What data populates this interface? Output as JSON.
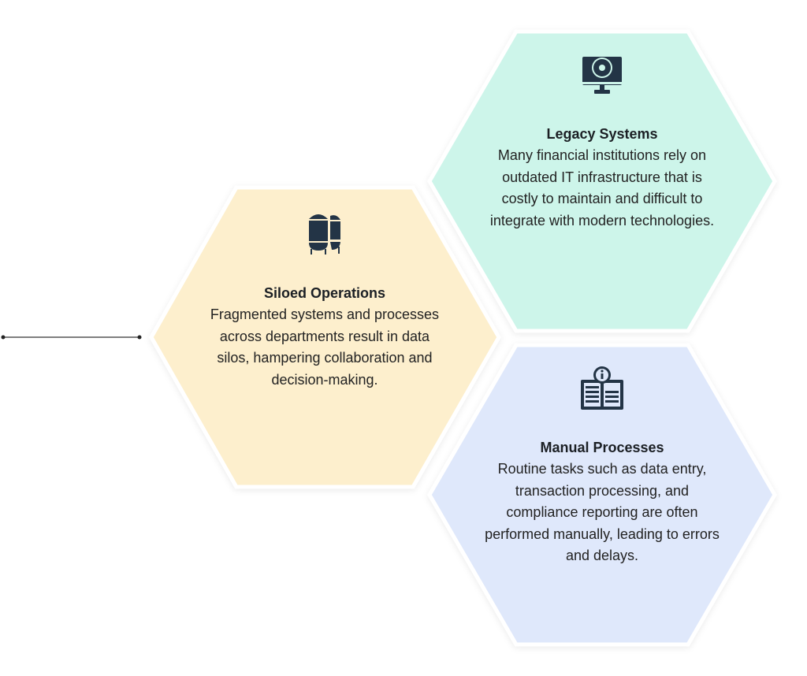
{
  "colors": {
    "legacy": "#cdf5ea",
    "siloed": "#fdefcd",
    "manual": "#dfe8fb",
    "icon": "#233446"
  },
  "hexagons": [
    {
      "id": "legacy",
      "icon": "monitor-gear-icon",
      "title": "Legacy Systems",
      "description": "Many financial institutions rely on outdated IT infrastructure that is costly to maintain and difficult to integrate with modern technologies."
    },
    {
      "id": "siloed",
      "icon": "silo-tanks-icon",
      "title": "Siloed Operations",
      "description": "Fragmented systems and processes across departments result in data silos, hampering collaboration and decision-making."
    },
    {
      "id": "manual",
      "icon": "info-book-icon",
      "title": "Manual Processes",
      "description": "Routine tasks such as data entry, transaction processing, and compliance reporting are often performed manually, leading to errors and delays."
    }
  ]
}
